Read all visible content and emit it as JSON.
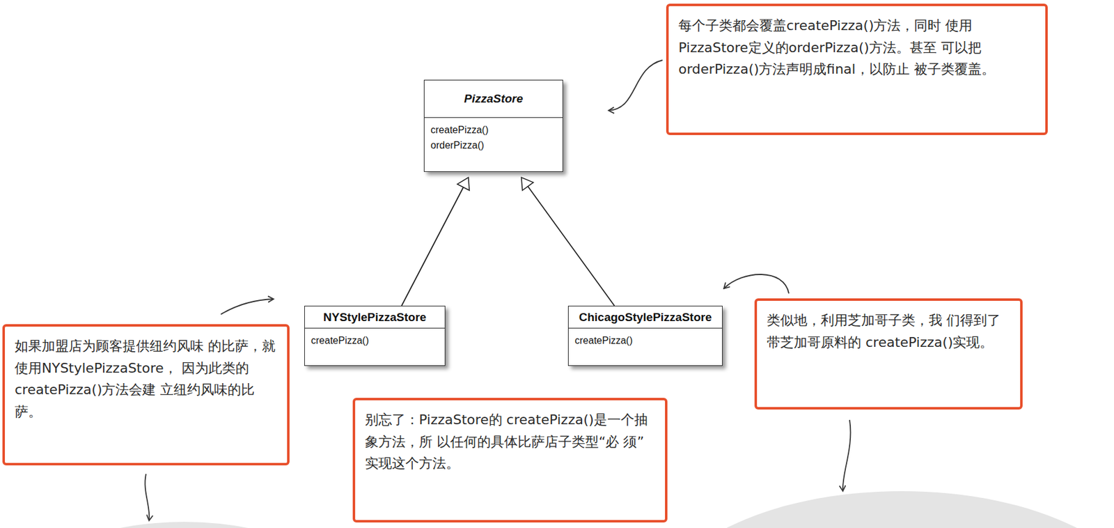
{
  "diagram": {
    "nodes": [
      {
        "text": [
          "PizzaStore",
          "createPizza() orderPizza()"
        ]
      },
      {
        "text": [
          "每个子类都会覆盖createPizza()方法，同时 使用PizzaStore定义的orderPizza()方法。甚至 可以把orderPizza()方法声明成final，以防止 被子类覆盖。"
        ]
      },
      {
        "text": [
          "NYStylePizzaStore",
          "createPizza()"
        ]
      },
      {
        "text": [
          "ChicagoStylePizzaStore",
          "createPizza()"
        ]
      },
      {
        "text": [
          "类似地，利用芝加哥子类，我 们得到了带芝加哥原料的 createPizza()实现。"
        ]
      },
      {
        "text": [
          "如果加盟店为顾客提供纽约风味 的比萨，就使用NYStylePizzaStore， 因为此类的createPizza()方法会建 立纽约风味的比萨。"
        ]
      },
      {
        "text": [
          "别忘了：PizzaStore的 createPizza()是一个抽象方法，所 以任何的具体比萨店子类型“必 须”实现这个方法。"
        ]
      }
    ],
    "edges": [
      {
        "from": 2,
        "to": 0,
        "arrow": "to"
      },
      {
        "from": 3,
        "to": 0,
        "arrow": "to"
      }
    ]
  }
}
